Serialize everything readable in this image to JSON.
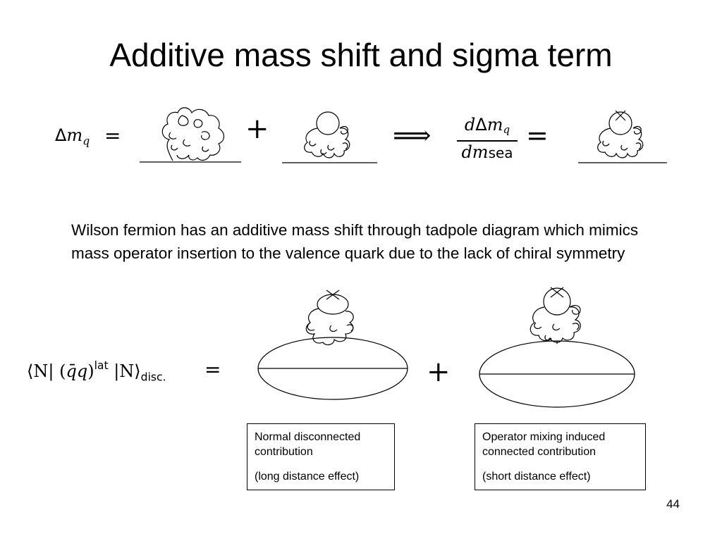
{
  "slide": {
    "title": "Additive mass shift and sigma term",
    "page_number": "44"
  },
  "equation_top": {
    "lhs_symbol": "Δ",
    "lhs_var": "m",
    "lhs_sub": "q",
    "equals": "=",
    "plus": "+",
    "implies": "⟹",
    "frac_num_d": "d",
    "frac_num_delta": "Δ",
    "frac_num_var": "m",
    "frac_num_sub": "q",
    "frac_den_d": "dm",
    "frac_den_sub": "sea",
    "equals_2": "="
  },
  "paragraph": {
    "text": "Wilson fermion has an additive mass shift through tadpole diagram which mimics mass operator insertion to the valence quark due to the lack of chiral symmetry"
  },
  "equation_bottom": {
    "bra": "⟨N| (",
    "qbar": "q̄",
    "q": "q",
    "close": ")",
    "sup": "lat",
    "ket": " |N⟩",
    "sub": "disc.",
    "equals": "=",
    "plus": "+"
  },
  "boxes": {
    "left": {
      "line1": "Normal disconnected contribution",
      "line2": "(long distance effect)"
    },
    "right": {
      "line1": "Operator mixing induced connected contribution",
      "line2": "(short distance effect)"
    }
  }
}
